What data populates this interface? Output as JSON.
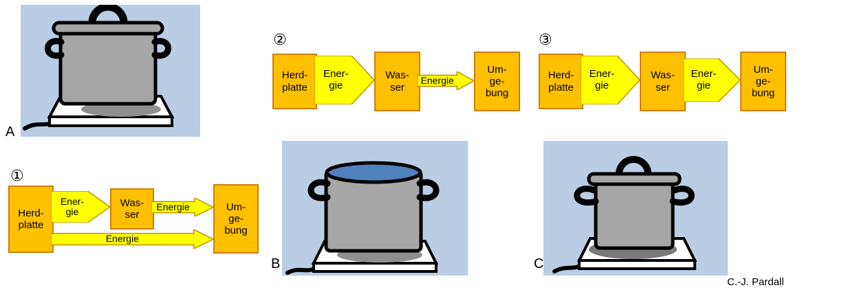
{
  "attribution": "C.-J. Pardall",
  "panels": {
    "a": {
      "label": "A"
    },
    "b": {
      "label": "B"
    },
    "c": {
      "label": "C"
    }
  },
  "diagrams": {
    "d1": {
      "number": "①",
      "herdplatte": "Herd-\nplatte",
      "energie_to_wasser": "Ener-\ngie",
      "wasser": "Was-\nser",
      "energie_to_umgebung": "Energie",
      "umgebung": "Um-\nge-\nbung",
      "energie_direct": "Energie"
    },
    "d2": {
      "number": "②",
      "herdplatte": "Herd-\nplatte",
      "energie_to_wasser": "Ener-\ngie",
      "wasser": "Was-\nser",
      "energie_to_umgebung": "Energie",
      "umgebung": "Um-\nge-\nbung"
    },
    "d3": {
      "number": "③",
      "herdplatte": "Herd-\nplatte",
      "energie_to_wasser": "Ener-\ngie",
      "wasser": "Was-\nser",
      "energie_to_umgebung": "Ener-\ngie",
      "umgebung": "Um-\nge-\nbung"
    }
  },
  "colors": {
    "panel_bg": "#b9cde5",
    "box_fill": "#ffc000",
    "box_border": "#d07e00",
    "arrow_fill": "#ffff00",
    "arrow_border": "#bf9000",
    "pot": "#a6a6a6",
    "water": "#4f81bd"
  }
}
